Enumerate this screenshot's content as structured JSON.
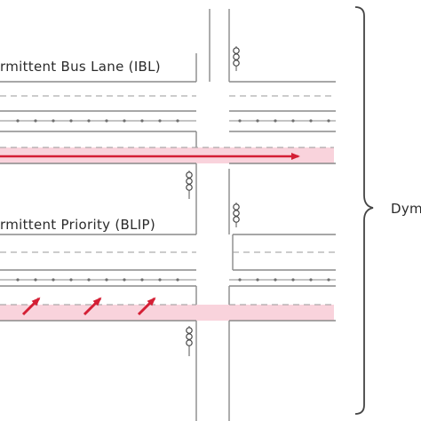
{
  "labels": {
    "ibl": "rmittent Bus Lane (IBL)",
    "blip": "rmittent Priority (BLIP)",
    "side": "Dym"
  },
  "colors": {
    "bus_lane_fill": "#f9d3dc",
    "arrow_red": "#d41f35",
    "road_line": "#8a8a8a",
    "label_text": "#2b2b2b"
  },
  "icons": [
    "traffic-signal-icon",
    "lane-arrow-icon",
    "curly-brace-icon"
  ]
}
